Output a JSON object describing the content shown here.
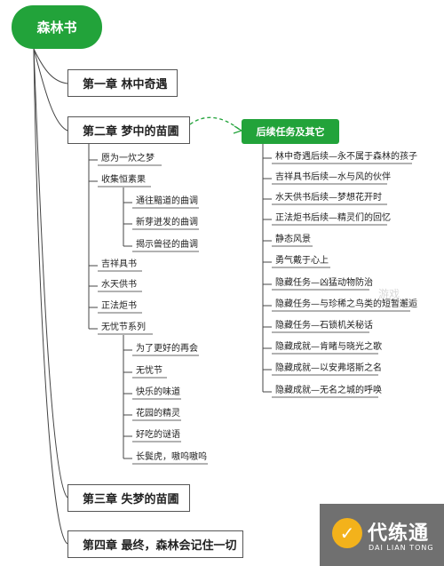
{
  "root": "森林书",
  "chapters": [
    "第一章 林中奇遇",
    "第二章 梦中的苗圃",
    "第三章 失梦的苗圃",
    "第四章 最终，森林会记住一切"
  ],
  "chapter2": {
    "items": [
      "愿为一炊之梦",
      "收集恒素果",
      "通往黯道的曲调",
      "新芽迸发的曲调",
      "揭示兽径的曲调",
      "吉祥具书",
      "水天供书",
      "正法炬书",
      "无忧节系列",
      "为了更好的再会",
      "无忧节",
      "快乐的味道",
      "花园的精灵",
      "好吃的谜语",
      "长鬓虎，嗷呜嗷呜"
    ]
  },
  "followup": {
    "title": "后续任务及其它",
    "items": [
      "林中奇遇后续—永不属于森林的孩子",
      "吉祥具书后续—水与风的伙伴",
      "水天供书后续—梦想花开时",
      "正法炬书后续—精灵们的回忆",
      "静态风景",
      "勇气戴于心上",
      "隐藏任务—凶猛动物防治",
      "隐藏任务—与珍稀之鸟类的短暂邂逅",
      "隐藏任务—石锁机关秘话",
      "隐藏成就—肯睹与晓光之歌",
      "隐藏成就—以安弗塔斯之名",
      "隐藏成就—无名之城的呼唤"
    ]
  },
  "logo": {
    "cn": "代练通",
    "en": "DAI LIAN TONG",
    "mark": "✓"
  },
  "watermark": "游戏"
}
